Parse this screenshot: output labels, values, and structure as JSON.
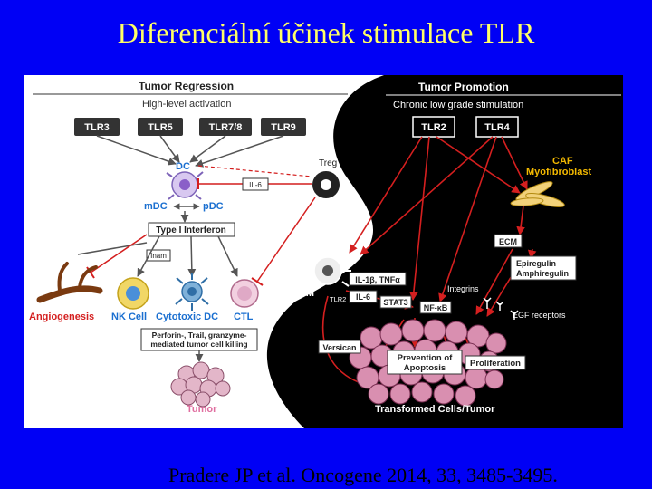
{
  "slide": {
    "title": "Diferenciální účinek stimulace TLR",
    "citation": "Pradere JP et al. Oncogene 2014, 33, 3485-3495."
  },
  "figure": {
    "left": {
      "header": "Tumor Regression",
      "subheader": "High-level activation",
      "receptors": [
        "TLR3",
        "TLR5",
        "TLR7/8",
        "TLR9"
      ],
      "dc": "DC",
      "mdc": "mDC",
      "pdc": "pDC",
      "il6": "IL-6",
      "treg": "Treg",
      "type1_ifn": "Type I Interferon",
      "inam": "Inam",
      "angiogenesis": "Angiogenesis",
      "nk_cell": "NK Cell",
      "cytotoxic_dc": "Cytotoxic DC",
      "ctl": "CTL",
      "killing_box": [
        "Perforin-, Trail, granzyme-",
        "mediated tumor cell killing"
      ],
      "tumor": "Tumor"
    },
    "right": {
      "header": "Tumor Promotion",
      "subheader": "Chronic low grade stimulation",
      "receptors": [
        "TLR2",
        "TLR4"
      ],
      "caf": [
        "CAF",
        "Myofibroblast"
      ],
      "ecm": "ECM",
      "epiregulin": [
        "Epiregulin",
        "Amphiregulin"
      ],
      "tam": "TAM",
      "tam_tlr2": "TLR2",
      "il1b_tnfa": "IL-1β, TNFα",
      "il6": "IL-6",
      "integrins": "Integrins",
      "nfkb": "NF-κB",
      "stat3": "STAT3",
      "egf": "EGF receptors",
      "versican": "Versican",
      "apoptosis": [
        "Prevention of",
        "Apoptosis"
      ],
      "proliferation": "Proliferation",
      "transformed": "Transformed Cells/Tumor"
    },
    "colors": {
      "arrow_red": "#d41f1f",
      "dc_blue": "#1a6fd0",
      "tumor_pink": "#d98fb0",
      "caf_yellow": "#f2b800",
      "tumor_label_pink": "#e06fa0"
    }
  }
}
